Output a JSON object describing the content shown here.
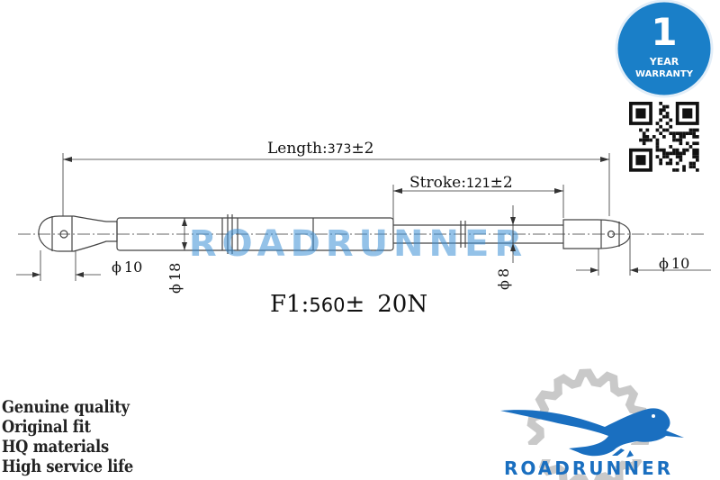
{
  "warranty": {
    "number": "1",
    "line1": "YEAR",
    "line2": "WARRANTY",
    "color": "#1a7fc8"
  },
  "drawing": {
    "length_label": "Length:",
    "length_value": "373",
    "length_tol": "±2",
    "stroke_label": "Stroke:",
    "stroke_value": "121",
    "stroke_tol": "±2",
    "dia_left_end": "10",
    "dia_body": "18",
    "dia_rod": "8",
    "dia_right_end": "10",
    "dia_symbol": "ϕ",
    "force_label": "F1:",
    "force_value": "560",
    "force_tol": "±",
    "force_rest": "20N"
  },
  "watermark": {
    "text": "ROADRUNNER",
    "color": "#3d8fd6"
  },
  "features": [
    "Genuine quality",
    "Original fit",
    "HQ materials",
    "High service life"
  ],
  "logo": {
    "text": "ROADRUNNER",
    "bird_color": "#1a6fc0",
    "gear_color": "#c9c9c9"
  }
}
